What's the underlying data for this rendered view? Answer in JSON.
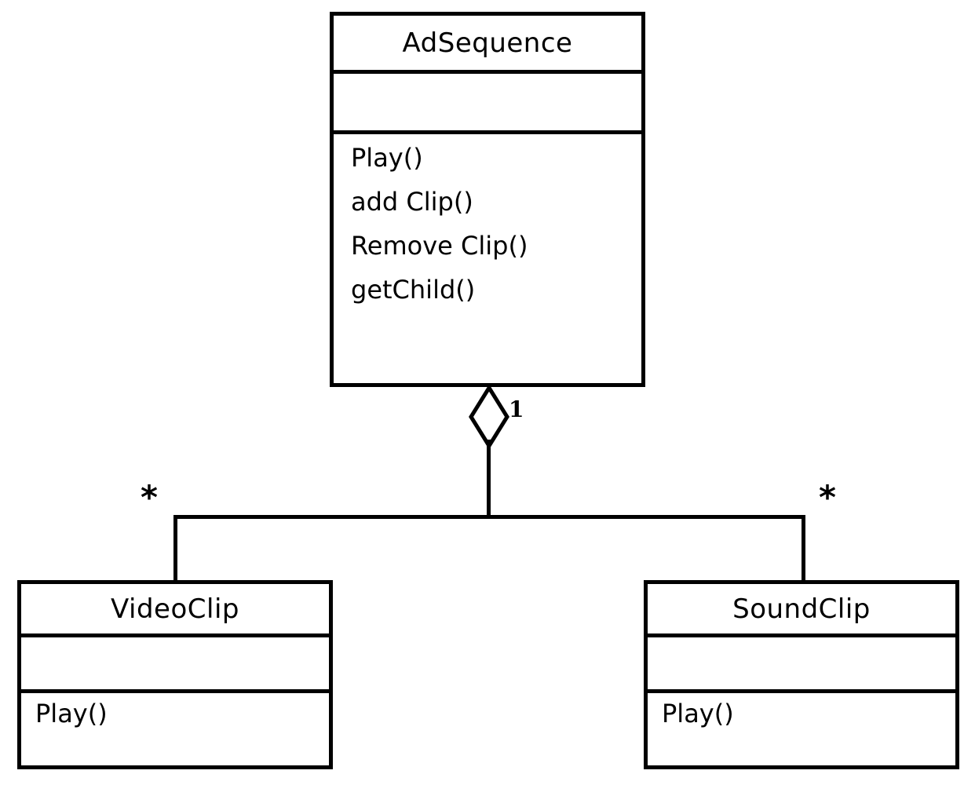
{
  "diagram": {
    "type": "uml-class-diagram",
    "notation": "aggregation",
    "background_color": "#ffffff",
    "stroke_color": "#000000"
  },
  "classes": [
    {
      "id": "adsequence",
      "name": "AdSequence",
      "attributes": [],
      "methods": [
        "Play()",
        "add Clip()",
        "Remove Clip()",
        "getChild()"
      ]
    },
    {
      "id": "videoclip",
      "name": "VideoClip",
      "attributes": [],
      "methods": [
        "Play()"
      ]
    },
    {
      "id": "soundclip",
      "name": "SoundClip",
      "attributes": [],
      "methods": [
        "Play()"
      ]
    }
  ],
  "relationships": [
    {
      "id": "adsequence-videoclip",
      "kind": "aggregation",
      "whole": "AdSequence",
      "part": "VideoClip",
      "whole_multiplicity": "1",
      "part_multiplicity": "*"
    },
    {
      "id": "adsequence-soundclip",
      "kind": "aggregation",
      "whole": "AdSequence",
      "part": "SoundClip",
      "whole_multiplicity": "1",
      "part_multiplicity": "*"
    }
  ],
  "labels": {
    "multiplicity_one": "1",
    "multiplicity_many_left": "*",
    "multiplicity_many_right": "*"
  }
}
